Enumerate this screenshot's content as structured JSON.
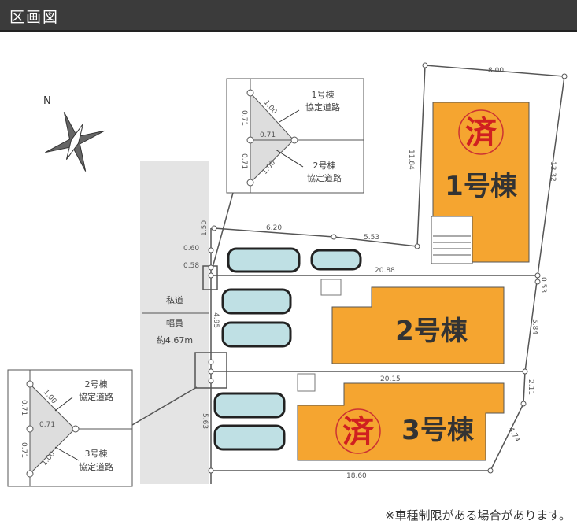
{
  "header": {
    "title": "区画図"
  },
  "road": {
    "line1": "私道",
    "line2": "幅員",
    "line3": "約4.67m"
  },
  "buildings": [
    {
      "label": "1号棟",
      "status": "済"
    },
    {
      "label": "2号棟"
    },
    {
      "label": "3号棟",
      "status": "済"
    }
  ],
  "compass": {
    "north": "N"
  },
  "dims": {
    "top": "8.00",
    "left1": "11.84",
    "right1": "13.32",
    "a": "6.20",
    "b": "5.53",
    "c": "20.88",
    "d": "0.53",
    "e": "5.84",
    "f": "20.15",
    "g": "2.11",
    "h": "4.74",
    "i": "18.60",
    "j": "1.50",
    "k": "0.60",
    "l": "0.58",
    "m": "4.95",
    "n": "5.63"
  },
  "inset_top": {
    "s1": "1.00",
    "s2": "0.71",
    "s3": "0.71",
    "s4": "0.71",
    "s5": "1.00",
    "label1a": "1号棟",
    "label1b": "協定道路",
    "label2a": "2号棟",
    "label2b": "協定道路"
  },
  "inset_bottom": {
    "s1": "1.00",
    "s2": "0.71",
    "s3": "0.71",
    "s4": "0.71",
    "s5": "1.00",
    "label1a": "2号棟",
    "label1b": "協定道路",
    "label2a": "3号棟",
    "label2b": "協定道路"
  },
  "colors": {
    "building": "#f5a530",
    "road": "#e4e4e4",
    "car": "#bfe0e4",
    "stamp": "#d02020"
  },
  "footnote": "※車種制限がある場合があります。"
}
